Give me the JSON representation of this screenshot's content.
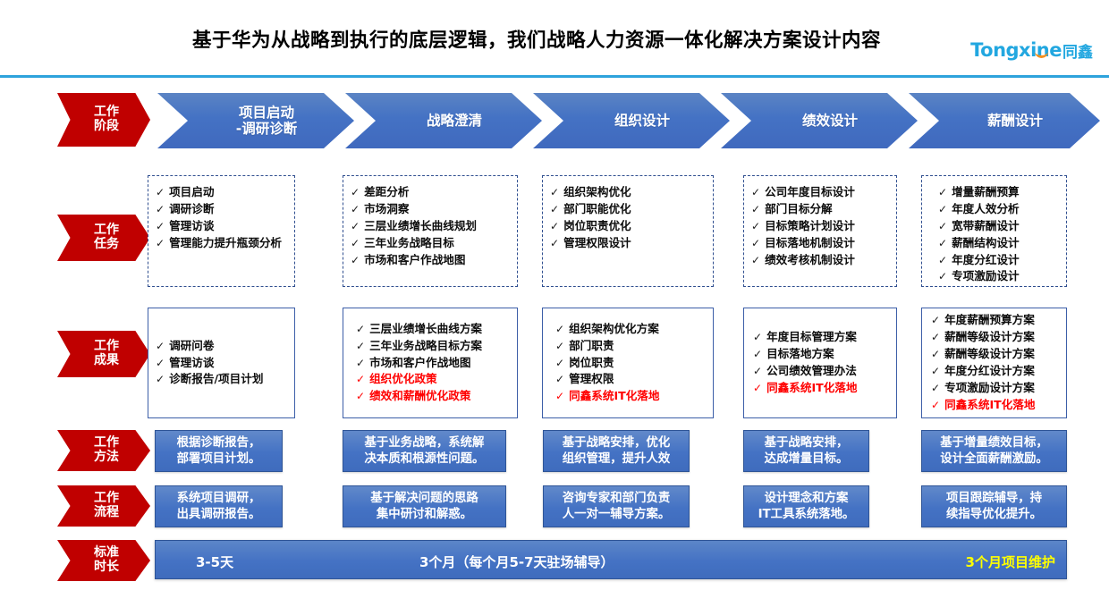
{
  "header": {
    "title": "基于华为从战略到执行的底层逻辑，我们战略人力资源一体化解决方案设计内容",
    "logo_latin": "Tongxine",
    "logo_cn": "同鑫",
    "accent_blue": "#2EA3DC",
    "brand_red": "#C00000",
    "brand_chevron_blue": "#4472C4"
  },
  "row_labels": [
    {
      "line1": "工作",
      "line2": "阶段"
    },
    {
      "line1": "工作",
      "line2": "任务"
    },
    {
      "line1": "工作",
      "line2": "成果"
    },
    {
      "line1": "工作",
      "line2": "方法"
    },
    {
      "line1": "工作",
      "line2": "流程"
    },
    {
      "line1": "标准",
      "line2": "时长"
    }
  ],
  "stages": [
    {
      "line1": "项目启动",
      "line2": "-调研诊断"
    },
    {
      "line1": "战略澄清",
      "line2": ""
    },
    {
      "line1": "组织设计",
      "line2": ""
    },
    {
      "line1": "绩效设计",
      "line2": ""
    },
    {
      "line1": "薪酬设计",
      "line2": ""
    }
  ],
  "tasks": [
    {
      "items": [
        {
          "text": "项目启动",
          "red": false
        },
        {
          "text": "调研诊断",
          "red": false
        },
        {
          "text": "管理访谈",
          "red": false
        },
        {
          "text": "管理能力提升瓶颈分析",
          "red": false,
          "wrap": true
        }
      ]
    },
    {
      "items": [
        {
          "text": "差距分析",
          "red": false
        },
        {
          "text": "市场洞察",
          "red": false
        },
        {
          "text": "三层业绩增长曲线规划",
          "red": false
        },
        {
          "text": "三年业务战略目标",
          "red": false
        },
        {
          "text": "市场和客户作战地图",
          "red": false
        }
      ]
    },
    {
      "items": [
        {
          "text": "组织架构优化",
          "red": false
        },
        {
          "text": "部门职能优化",
          "red": false
        },
        {
          "text": "岗位职责优化",
          "red": false
        },
        {
          "text": "管理权限设计",
          "red": false
        }
      ]
    },
    {
      "items": [
        {
          "text": "公司年度目标设计",
          "red": false
        },
        {
          "text": "部门目标分解",
          "red": false
        },
        {
          "text": "目标策略计划设计",
          "red": false
        },
        {
          "text": "目标落地机制设计",
          "red": false
        },
        {
          "text": "绩效考核机制设计",
          "red": false
        }
      ]
    },
    {
      "items": [
        {
          "text": "增量薪酬预算",
          "red": false
        },
        {
          "text": "年度人效分析",
          "red": false
        },
        {
          "text": "宽带薪酬设计",
          "red": false
        },
        {
          "text": "薪酬结构设计",
          "red": false
        },
        {
          "text": "年度分红设计",
          "red": false
        },
        {
          "text": "专项激励设计",
          "red": false
        }
      ]
    }
  ],
  "outcomes": [
    {
      "items": [
        {
          "text": "调研问卷",
          "red": false
        },
        {
          "text": "管理访谈",
          "red": false
        },
        {
          "text": "诊断报告/项目计划",
          "red": false
        }
      ]
    },
    {
      "items": [
        {
          "text": "三层业绩增长曲线方案",
          "red": false
        },
        {
          "text": "三年业务战略目标方案",
          "red": false
        },
        {
          "text": "市场和客户作战地图",
          "red": false
        },
        {
          "text": "组织优化政策",
          "red": true
        },
        {
          "text": "绩效和薪酬优化政策",
          "red": true
        }
      ]
    },
    {
      "items": [
        {
          "text": "组织架构优化方案",
          "red": false
        },
        {
          "text": "部门职责",
          "red": false
        },
        {
          "text": "岗位职责",
          "red": false
        },
        {
          "text": "管理权限",
          "red": false
        },
        {
          "text": "同鑫系统IT化落地",
          "red": true
        }
      ]
    },
    {
      "items": [
        {
          "text": "年度目标管理方案",
          "red": false
        },
        {
          "text": "目标落地方案",
          "red": false
        },
        {
          "text": "公司绩效管理办法",
          "red": false
        },
        {
          "text": "同鑫系统IT化落地",
          "red": true
        }
      ]
    },
    {
      "items": [
        {
          "text": "年度薪酬预算方案",
          "red": false
        },
        {
          "text": "薪酬等级设计方案",
          "red": false
        },
        {
          "text": "薪酬等级设计方案",
          "red": false
        },
        {
          "text": "年度分红设计方案",
          "red": false
        },
        {
          "text": "专项激励设计方案",
          "red": false
        },
        {
          "text": "同鑫系统IT化落地",
          "red": true
        }
      ]
    }
  ],
  "methods": [
    {
      "line1": "根据诊断报告，",
      "line2": "部署项目计划。"
    },
    {
      "line1": "基于业务战略，系统解",
      "line2": "决本质和根源性问题。"
    },
    {
      "line1": "基于战略安排，优化",
      "line2": "组织管理，提升人效"
    },
    {
      "line1": "基于战略安排，",
      "line2": "达成增量目标。"
    },
    {
      "line1": "基于增量绩效目标，",
      "line2": "设计全面薪酬激励。"
    }
  ],
  "processes": [
    {
      "line1": "系统项目调研，",
      "line2": "出具调研报告。"
    },
    {
      "line1": "基于解决问题的思路",
      "line2": "集中研讨和解惑。"
    },
    {
      "line1": "咨询专家和部门负责",
      "line2": "人一对一辅导方案。"
    },
    {
      "line1": "设计理念和方案",
      "line2": "IT工具系统落地。"
    },
    {
      "line1": "项目跟踪辅导，持",
      "line2": "续指导优化提升。"
    }
  ],
  "duration": {
    "left": "3-5天",
    "middle": "3个月（每个月5-7天驻场辅导）",
    "right": "3个月项目维护",
    "highlight_color": "#FFFF00"
  }
}
